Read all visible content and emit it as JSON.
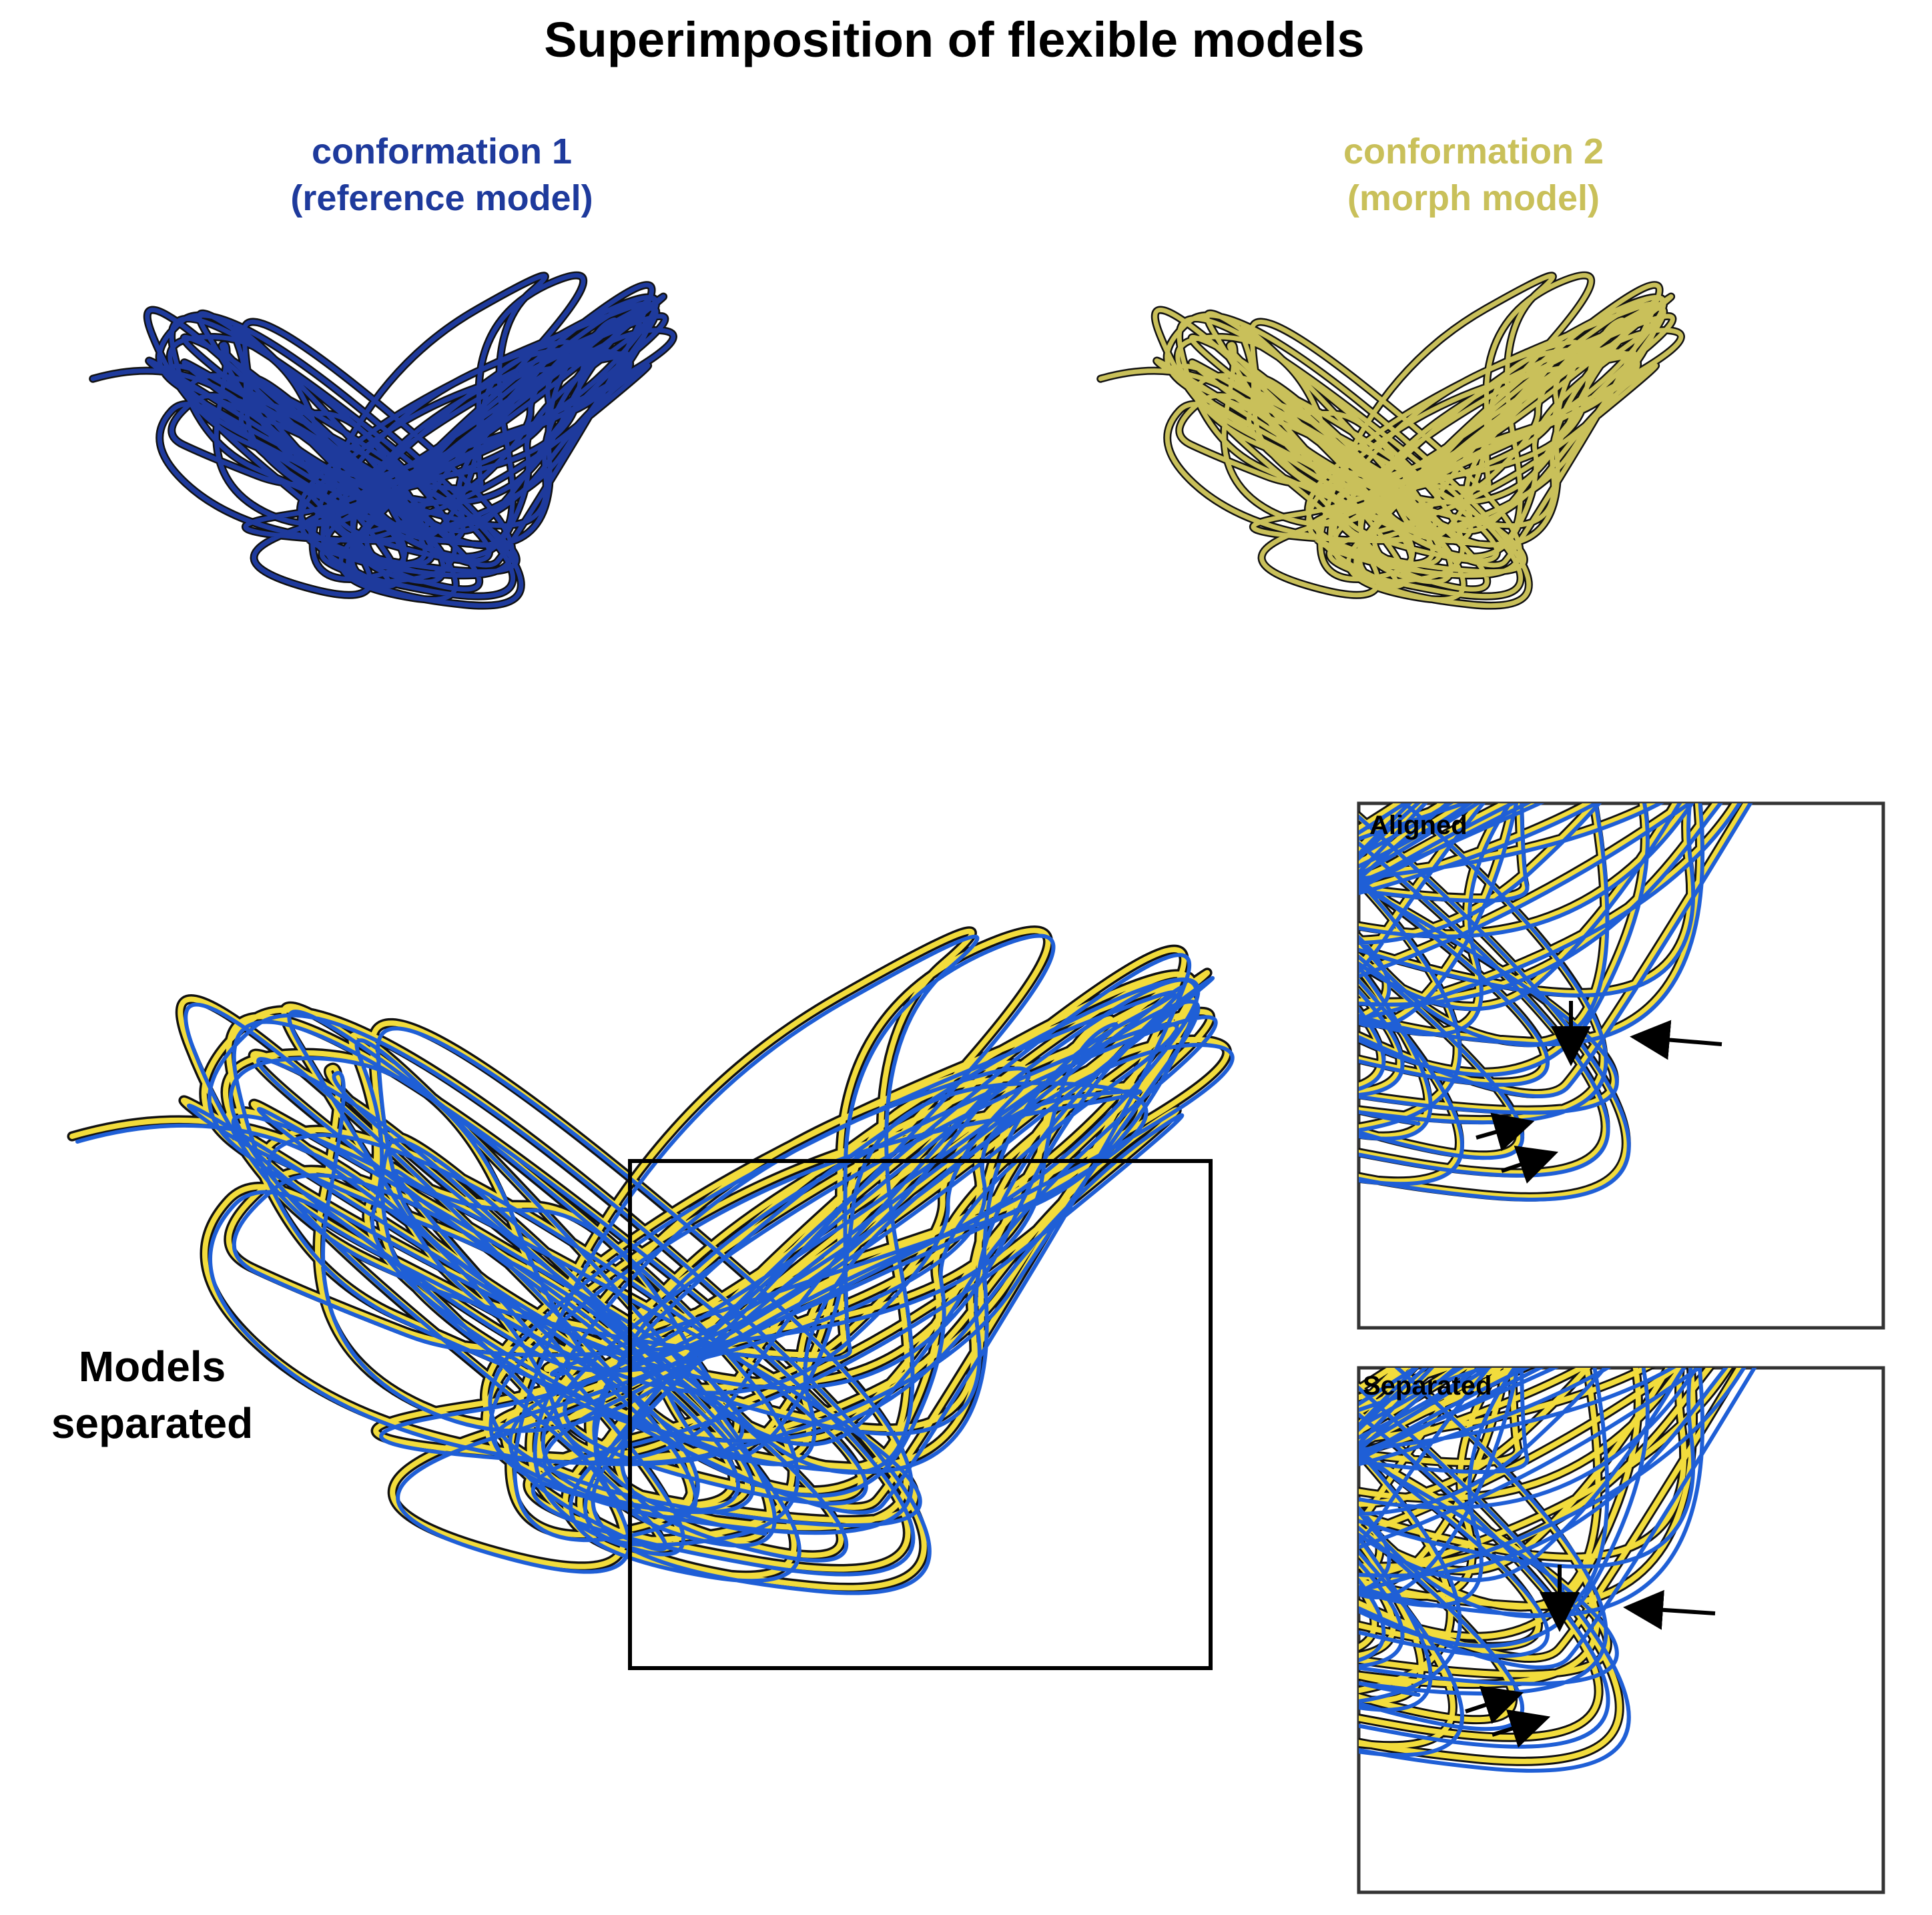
{
  "title": "Superimposition of flexible models",
  "panels": {
    "left": {
      "line1": "conformation 1",
      "line2": "(reference model)"
    },
    "right": {
      "line1": "conformation 2",
      "line2": "(morph model)"
    }
  },
  "bottom_label": {
    "line1": "Models",
    "line2": "separated"
  },
  "insets": {
    "aligned": "Aligned",
    "separated": "Separated"
  },
  "colors": {
    "conformation_1": "#1e3a9c",
    "conformation_2": "#c9c05a",
    "ribbon_blue": "#1f5fd6",
    "ribbon_yellow": "#f2dc3c",
    "outline": "#111111",
    "text": "#000000"
  }
}
